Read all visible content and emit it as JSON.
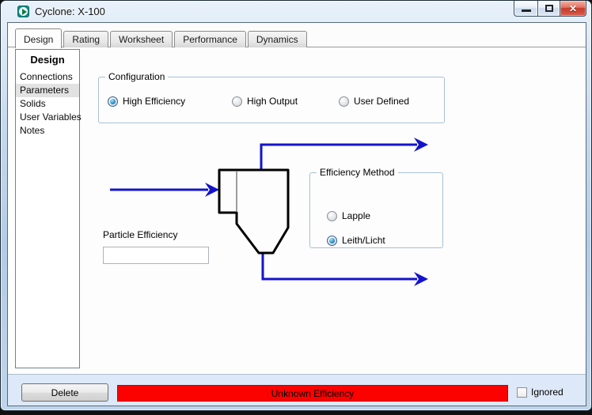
{
  "window": {
    "title": "Cyclone: X-100",
    "icon": "cyclone-app-icon",
    "controls": {
      "minimize": "minimize",
      "restore": "restore",
      "close_glyph": "✕"
    }
  },
  "tabs": [
    {
      "label": "Design",
      "active": true
    },
    {
      "label": "Rating",
      "active": false
    },
    {
      "label": "Worksheet",
      "active": false
    },
    {
      "label": "Performance",
      "active": false
    },
    {
      "label": "Dynamics",
      "active": false
    }
  ],
  "sidebar": {
    "header": "Design",
    "items": [
      {
        "label": "Connections",
        "selected": false
      },
      {
        "label": "Parameters",
        "selected": true
      },
      {
        "label": "Solids",
        "selected": false
      },
      {
        "label": "User Variables",
        "selected": false
      },
      {
        "label": "Notes",
        "selected": false
      }
    ]
  },
  "configuration": {
    "legend": "Configuration",
    "options": [
      {
        "label": "High Efficiency",
        "selected": true
      },
      {
        "label": "High Output",
        "selected": false
      },
      {
        "label": "User Defined",
        "selected": false
      }
    ]
  },
  "efficiency_method": {
    "legend": "Efficiency Method",
    "options": [
      {
        "label": "Lapple",
        "selected": false
      },
      {
        "label": "Leith/Licht",
        "selected": true
      }
    ]
  },
  "particle_efficiency": {
    "label": "Particle Efficiency",
    "value": ""
  },
  "diagram": {
    "description": "cyclone-flowsheet-schematic",
    "stream_color": "#1414cc",
    "outline_color": "#000000"
  },
  "footer": {
    "delete_label": "Delete",
    "status_text": "Unknown Efficiency",
    "status_color": "#fb0100",
    "ignored_label": "Ignored",
    "ignored_checked": false
  }
}
